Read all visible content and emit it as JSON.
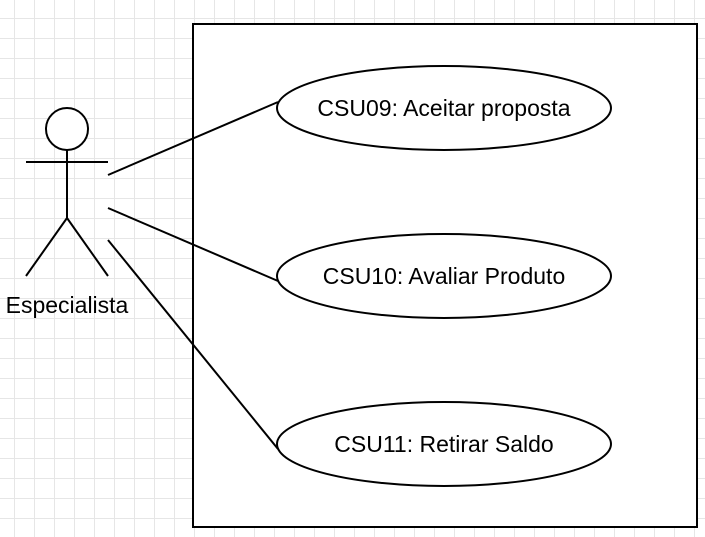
{
  "diagram": {
    "type": "uml-use-case",
    "actor": {
      "name": "Especialista",
      "icon": "stick-figure-icon"
    },
    "use_cases": [
      {
        "label": "CSU09: Aceitar proposta"
      },
      {
        "label": "CSU10: Avaliar Produto"
      },
      {
        "label": "CSU11: Retirar Saldo"
      }
    ],
    "associations": [
      {
        "from": "Especialista",
        "to": "CSU09: Aceitar proposta"
      },
      {
        "from": "Especialista",
        "to": "CSU10: Avaliar Produto"
      },
      {
        "from": "Especialista",
        "to": "CSU11: Retirar Saldo"
      }
    ],
    "colors": {
      "stroke": "#000000",
      "fill": "#ffffff",
      "grid": "#e6e6e6"
    }
  }
}
